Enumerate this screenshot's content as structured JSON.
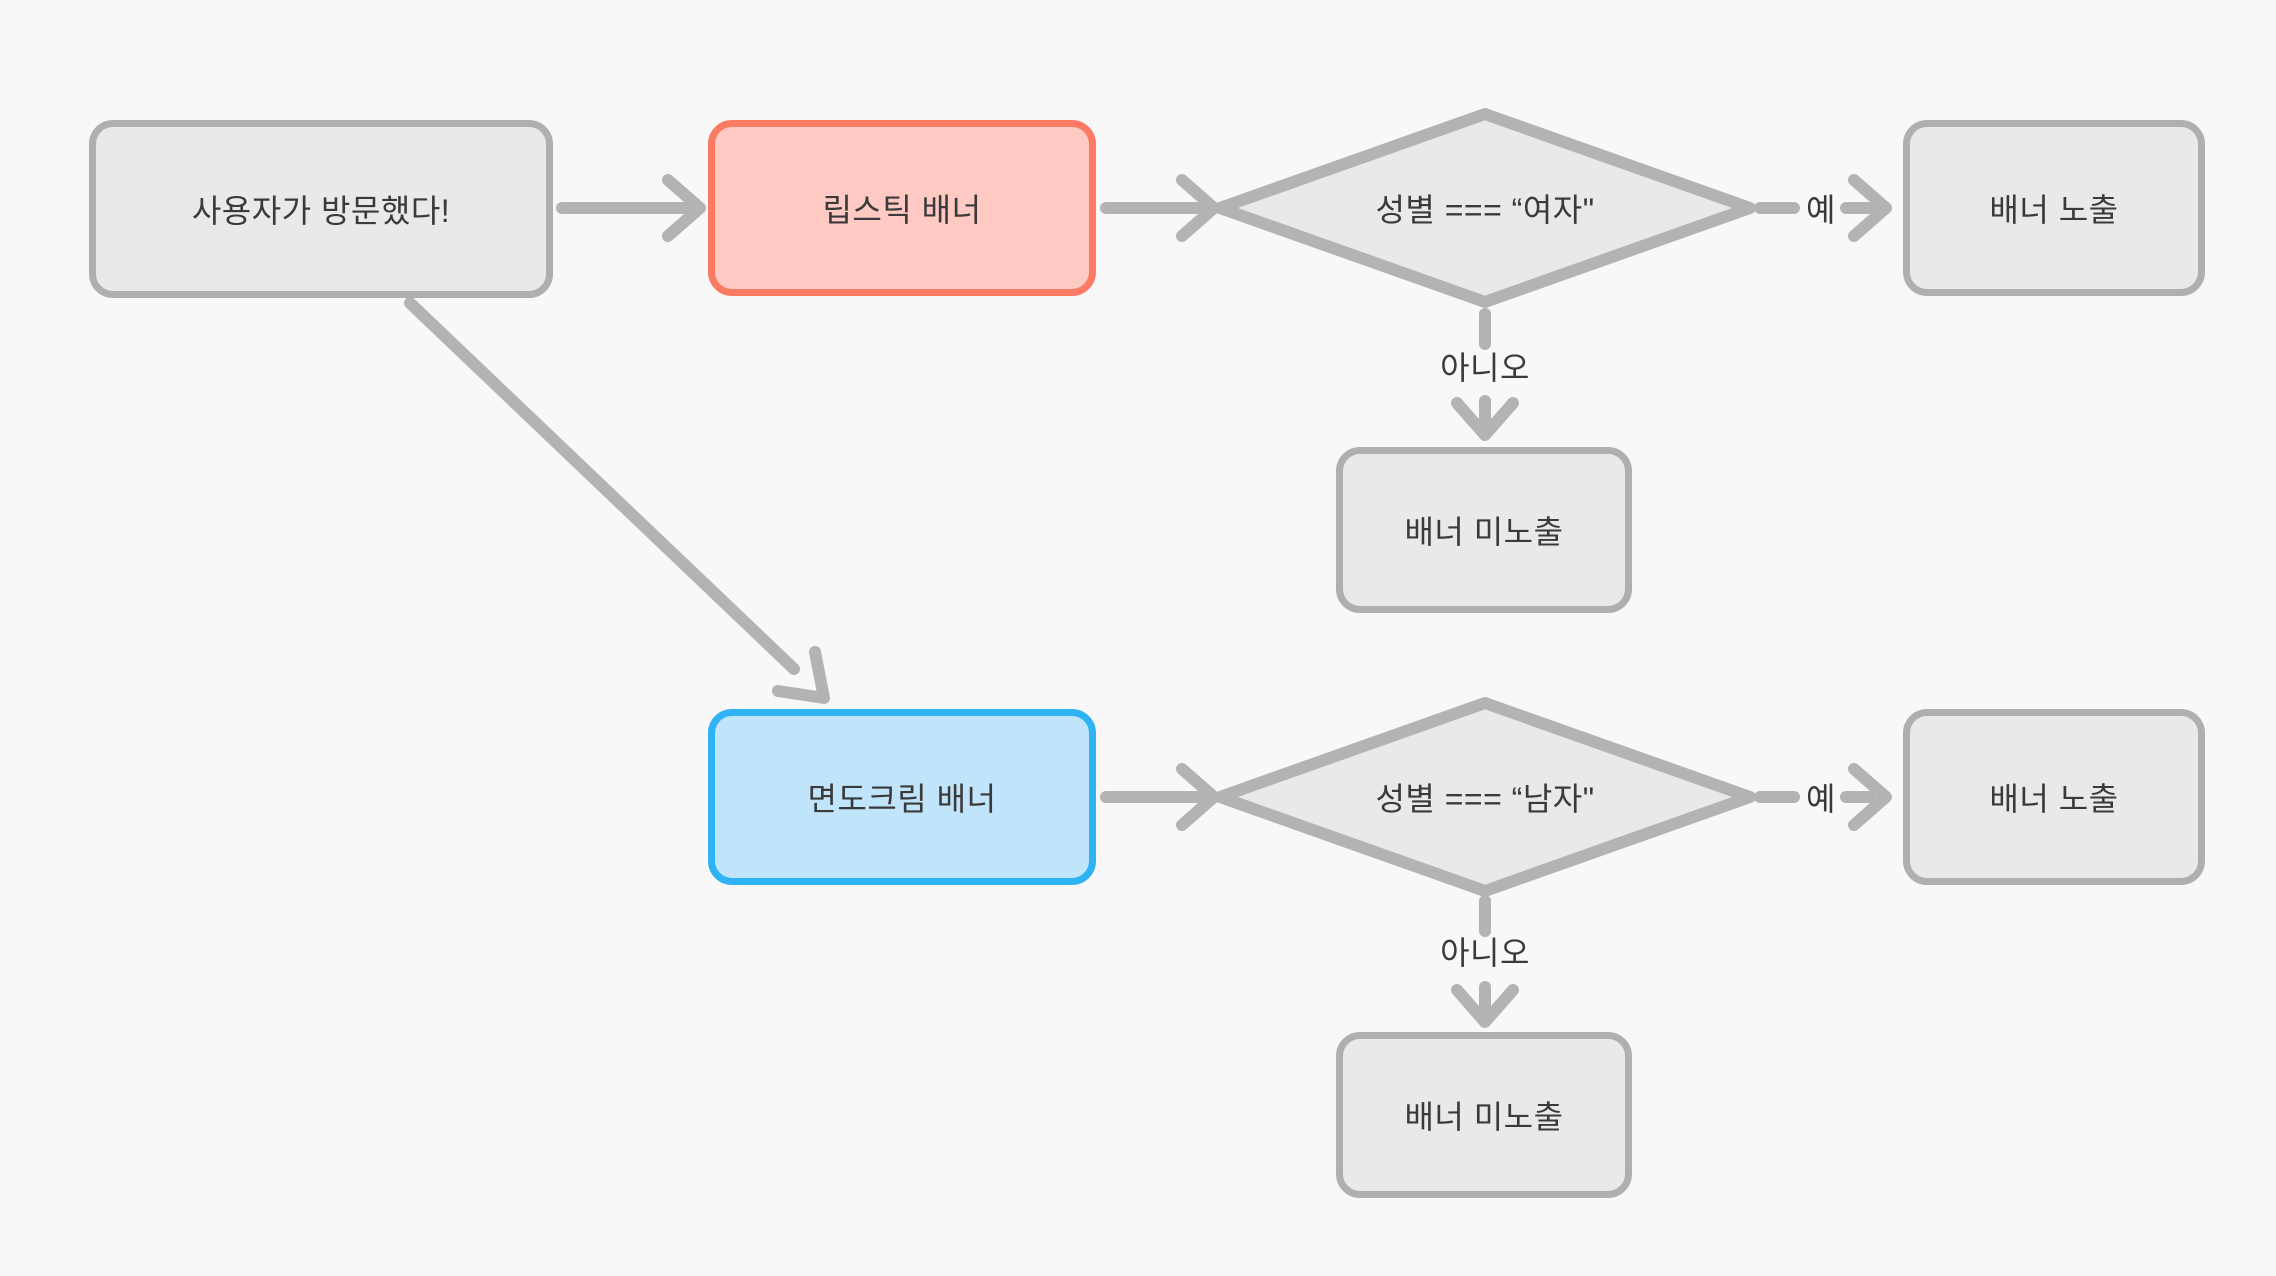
{
  "diagram": {
    "title": "banner exposure decision flowchart",
    "colors": {
      "background": "#f8f8f8",
      "node_fill": "#e9e9e9",
      "node_border": "#afafaf",
      "arrow": "#b3b3b3",
      "lipstick_fill": "#ffc9c4",
      "lipstick_border": "#fb7a64",
      "shaving_fill": "#c0e4fa",
      "shaving_border": "#2fb3f5",
      "text": "#3a3a3a"
    },
    "nodes": {
      "start": {
        "label": "사용자가 방문했다!"
      },
      "lipstick_banner": {
        "label": "립스틱 배너"
      },
      "female_check": {
        "label": "성별 === “여자\""
      },
      "banner_shown_top": {
        "label": "배너 노출"
      },
      "banner_hidden_top": {
        "label": "배너 미노출"
      },
      "shaving_banner": {
        "label": "면도크림 배너"
      },
      "male_check": {
        "label": "성별 === “남자\""
      },
      "banner_shown_bottom": {
        "label": "배너 노출"
      },
      "banner_hidden_bottom": {
        "label": "배너 미노출"
      }
    },
    "edge_labels": {
      "yes_top": "예",
      "no_top": "아니오",
      "yes_bottom": "예",
      "no_bottom": "아니오"
    }
  }
}
